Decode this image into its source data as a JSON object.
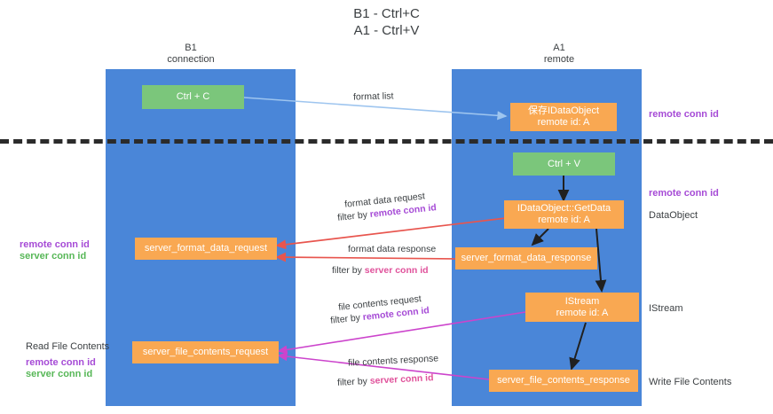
{
  "title": "B1 - Ctrl+C\nA1 - Ctrl+V",
  "columns": [
    {
      "name": "col-b1",
      "label": "B1\nconnection"
    },
    {
      "name": "col-a1",
      "label": "A1\nremote"
    }
  ],
  "boxes": {
    "ctrl_c": "Ctrl + C",
    "ctrl_v": "Ctrl + V",
    "idataobject_store": "保存IDataObject\nremote id: A",
    "idataobject_getdata": "IDataObject::GetData\nremote id: A",
    "istream": "IStream\nremote id: A",
    "server_format_data_request": "server_format_data_request",
    "server_format_data_response": "server_format_data_response",
    "server_file_contents_request": "server_file_contents_request",
    "server_file_contents_response": "server_file_contents_response"
  },
  "edge_labels": {
    "format_list": "format list",
    "format_data_request": "format data request",
    "format_data_request_filter_prefix": "filter by ",
    "format_data_request_filter_key": "remote conn id",
    "format_data_response": "format data response",
    "format_data_response_filter_prefix": "filter by ",
    "format_data_response_filter_key": "server conn id",
    "file_contents_request": "file contents request",
    "file_contents_request_filter_prefix": "filter by ",
    "file_contents_request_filter_key": "remote conn id",
    "file_contents_response": "file contents response",
    "file_contents_response_filter_prefix": "filter by ",
    "file_contents_response_filter_key": "server conn id"
  },
  "right_labels": {
    "remote_conn_id_top": "remote conn id",
    "remote_conn_id_mid": "remote conn id",
    "data_object": "DataObject",
    "istream": "IStream",
    "write_file_contents": "Write File Contents"
  },
  "left_labels": {
    "remote_conn_id": "remote conn id",
    "server_conn_id": "server conn id",
    "read_file_contents": "Read File Contents",
    "remote_conn_id_2": "remote conn id",
    "server_conn_id_2": "server conn id"
  },
  "colors": {
    "lane": "#4a86d8",
    "orange": "#f9a852",
    "green": "#7bc67b",
    "purple": "#a64bd6",
    "green_text": "#57b757",
    "pink": "#e0529b",
    "red_arrow": "#e8554e",
    "blue_arrow": "#9ec5ef",
    "magenta_arrow": "#cc44cc",
    "separator": "#2b2b2b"
  }
}
